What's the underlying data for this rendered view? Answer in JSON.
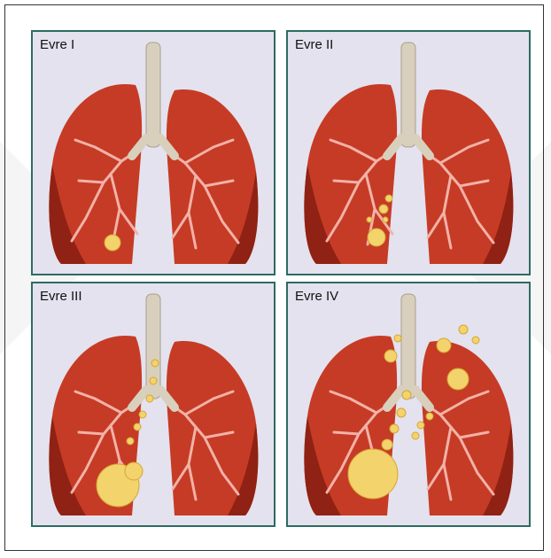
{
  "panels": [
    {
      "id": "stage-1",
      "label": "Evre I"
    },
    {
      "id": "stage-2",
      "label": "Evre II"
    },
    {
      "id": "stage-3",
      "label": "Evre III"
    },
    {
      "id": "stage-4",
      "label": "Evre IV"
    }
  ],
  "colors": {
    "panel_border": "#2d6b63",
    "panel_bg": "#e4e2ee",
    "lung": "#c63b25",
    "lung_dark": "#8f2214",
    "bronchi": "#f2b2a8",
    "trachea": "#d8cfbd",
    "tumor": "#f3d36b"
  }
}
